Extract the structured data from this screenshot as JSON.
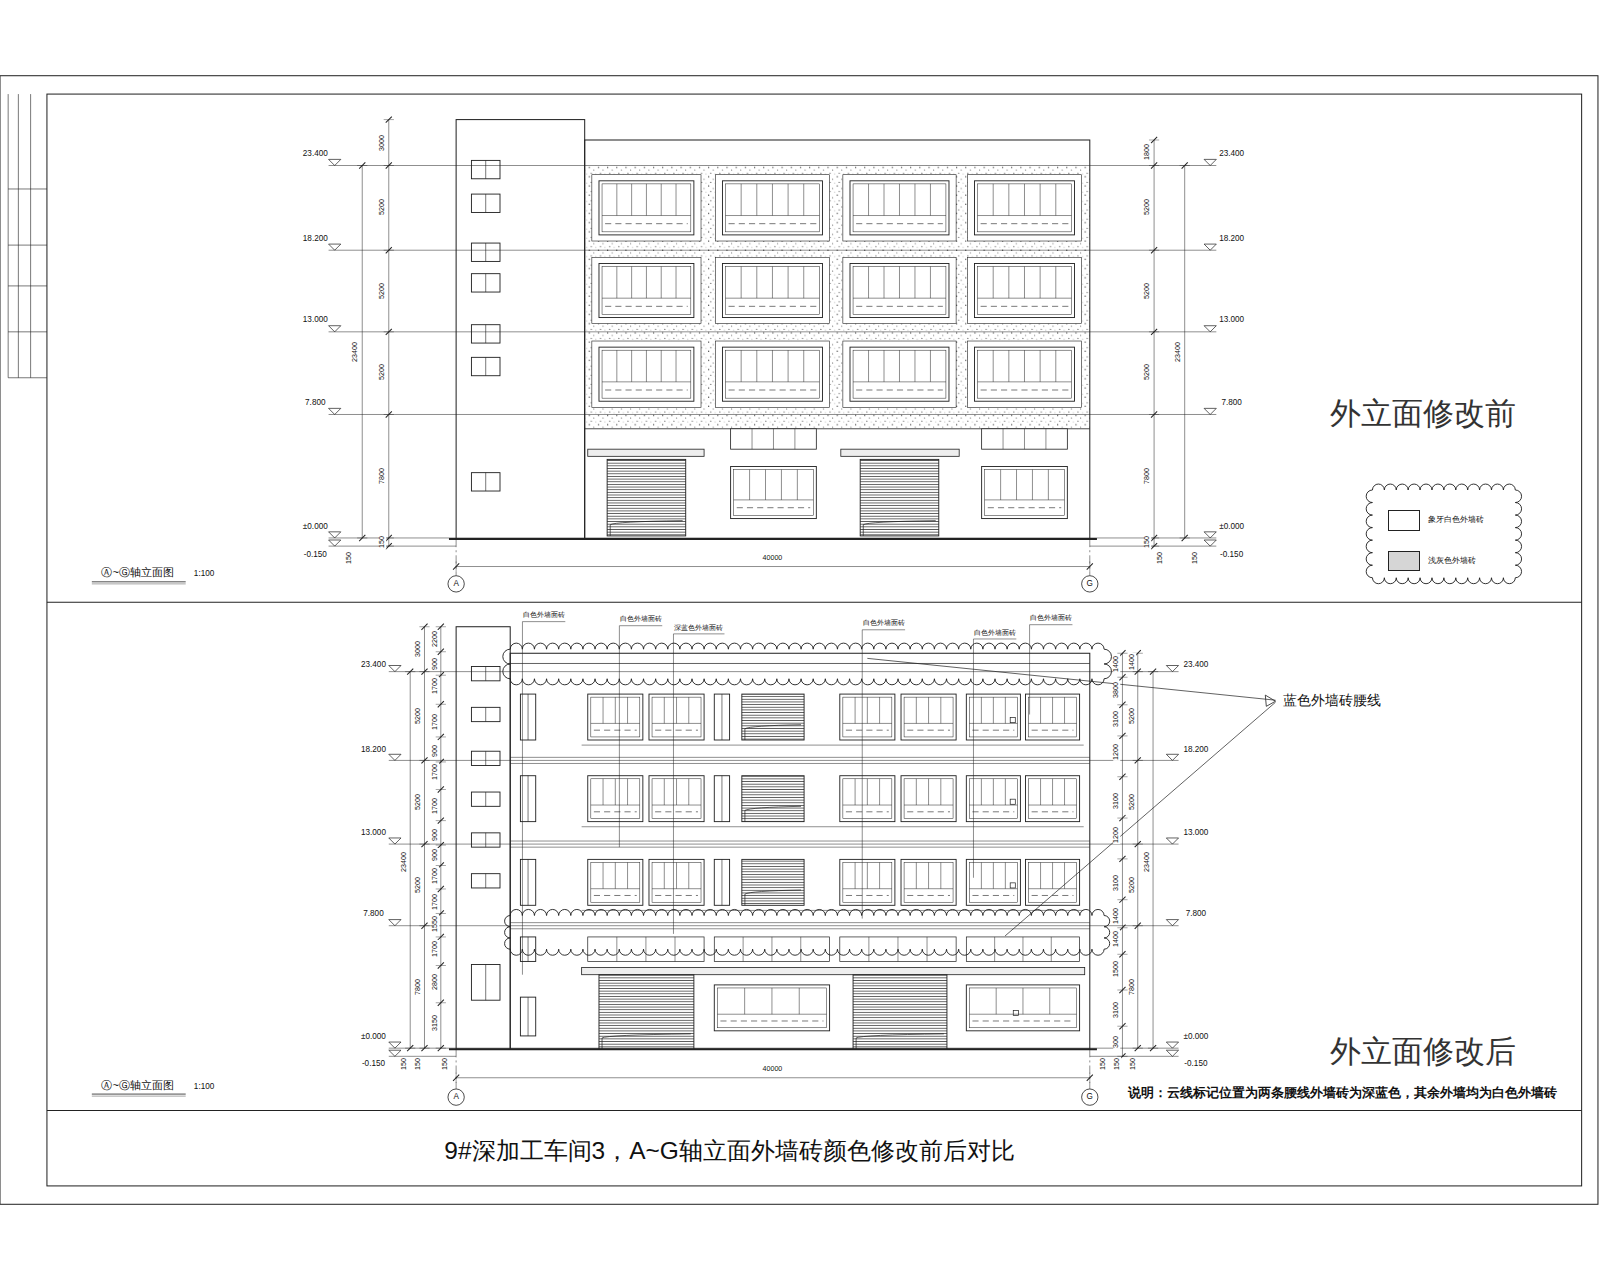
{
  "diagram": {
    "title": "9#深加工车间3，A~G轴立面外墙砖颜色修改前后对比",
    "labels": [
      "23.400",
      "18.200",
      "13.000",
      "7.800",
      "±0.000",
      "-0.150",
      "23.400",
      "18.200",
      "13.000",
      "7.800",
      "±0.000",
      "-0.150",
      "3000",
      "5200",
      "5200",
      "5200",
      "7800",
      "150",
      "23400",
      "1800",
      "5200",
      "5200",
      "5200",
      "7800",
      "150",
      "23400",
      "150",
      "150",
      "150",
      "40000",
      "A",
      "G",
      "Ⓐ~Ⓖ轴立面图",
      "1:100",
      "外立面修改前",
      "23.400",
      "18.200",
      "13.000",
      "7.800",
      "±0.000",
      "-0.150",
      "23.400",
      "18.200",
      "13.000",
      "7.800",
      "±0.000",
      "-0.150",
      "23400",
      "3000",
      "5200",
      "5200",
      "5200",
      "7800",
      "2200",
      "900",
      "1700",
      "1700",
      "900",
      "1700",
      "1700",
      "900",
      "900",
      "1700",
      "1700",
      "1550",
      "1700",
      "2800",
      "3150",
      "1400",
      "3800",
      "3100",
      "1200",
      "3100",
      "1200",
      "3100",
      "1400",
      "1400",
      "1500",
      "3100",
      "300",
      "1400",
      "5200",
      "5200",
      "5200",
      "7800",
      "23400",
      "150",
      "150",
      "150",
      "150",
      "150",
      "150",
      "40000",
      "A",
      "G",
      "Ⓐ~Ⓖ轴立面图",
      "1:100",
      "外立面修改后",
      "蓝色外墙砖腰线",
      "说明：云线标记位置为两条腰线外墙砖为深蓝色，其余外墙均为白色外墙砖",
      "白色外墙面砖",
      "白色外墙面砖",
      "深蓝色外墙面砖",
      "白色外墙面砖",
      "白色外墙面砖",
      "白色外墙面砖"
    ],
    "legend": [
      {
        "text": "象牙白色外墙砖",
        "color": "#ffffff"
      },
      {
        "text": "浅灰色外墙砖",
        "color": "#d6d6d6"
      }
    ]
  }
}
